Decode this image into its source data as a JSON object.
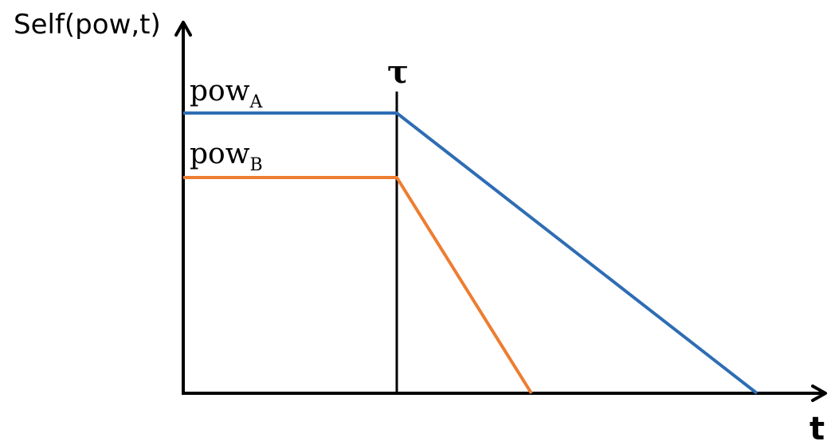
{
  "diagram": {
    "y_axis_label": "Self(pow,t)",
    "x_axis_label": "t",
    "tau_label": "τ",
    "series": [
      {
        "label_main": "pow",
        "label_sub": "A",
        "color": "#2E6DB4"
      },
      {
        "label_main": "pow",
        "label_sub": "B",
        "color": "#ED7D31"
      }
    ]
  }
}
